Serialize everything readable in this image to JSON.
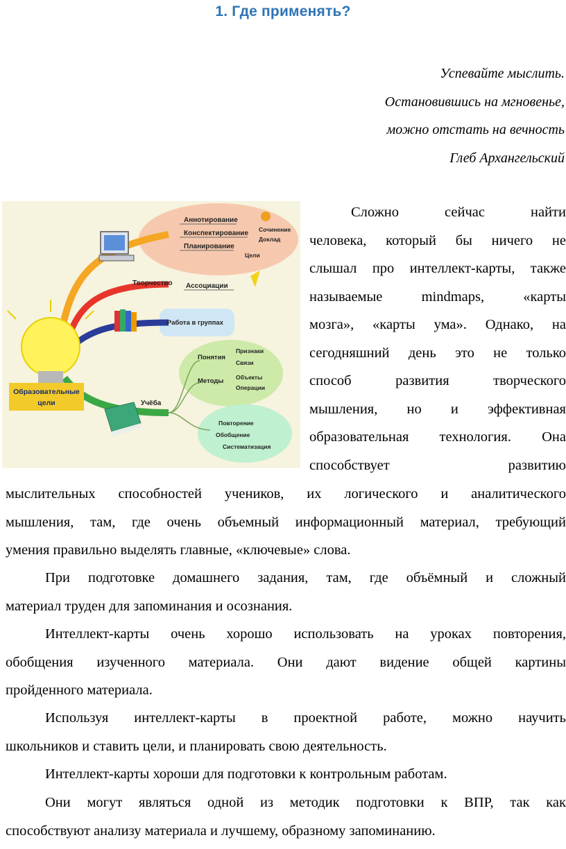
{
  "heading": "1. Где применять?",
  "epigraph": {
    "lines": [
      "Успевайте мыслить.",
      "Остановившись на мгновенье,",
      "можно отстать на вечность",
      "Глеб Архангельский"
    ]
  },
  "figure": {
    "center_label_line1": "Образовательные",
    "center_label_line2": "цели",
    "annotation": "Аннотирование",
    "konspekt": "Конспектирование",
    "planning": "Планирование",
    "essay": "Сочинение",
    "report": "Доклад",
    "goals": "Цели",
    "creativity": "Творчество",
    "associations": "Ассоциации",
    "groups": "Работа в группах",
    "study": "Учёба",
    "concepts": "Понятия",
    "signs": "Признаки",
    "links": "Связи",
    "methods": "Методы",
    "objects": "Объекты",
    "operations": "Операции",
    "repeat": "Повторение",
    "generalization": "Обобщение",
    "systematization": "Систематизация"
  },
  "paragraph1": {
    "wrapped_lines": [
      "Сложно сейчас найти",
      "человека, который бы ничего не",
      "слышал про интеллект-карты, также",
      "называемые mindmaps, «карты",
      "мозга», «карты ума». Однако, на",
      "сегодняшний день это не только",
      "способ развития творческого",
      "мышления, но и эффективная",
      "образовательная технология. Она",
      "способствует развитию"
    ],
    "full_lines": [
      "мыслительных способностей учеников, их логического и аналитического",
      "мышления, там, где очень объемный информационный материал, требующий",
      "умения правильно выделять главные, «ключевые» слова."
    ]
  },
  "paragraph2": [
    "При подготовке домашнего задания, там, где объёмный и сложный",
    "материал труден для запоминания и осознания."
  ],
  "paragraph3": [
    "Интеллект-карты очень хорошо использовать на уроках повторения,",
    "обобщения изученного материала. Они дают видение общей картины",
    "пройденного материала."
  ],
  "paragraph4": [
    "Используя интеллект-карты в проектной работе, можно научить",
    "школьников и ставить цели, и планировать свою деятельность."
  ],
  "paragraph5": [
    "Интеллект-карты хороши для подготовки к контрольным работам."
  ],
  "paragraph6": [
    "Они могут являться одной из методик подготовки к ВПР, так как",
    "способствуют анализу материала и лучшему, образному запоминанию."
  ]
}
